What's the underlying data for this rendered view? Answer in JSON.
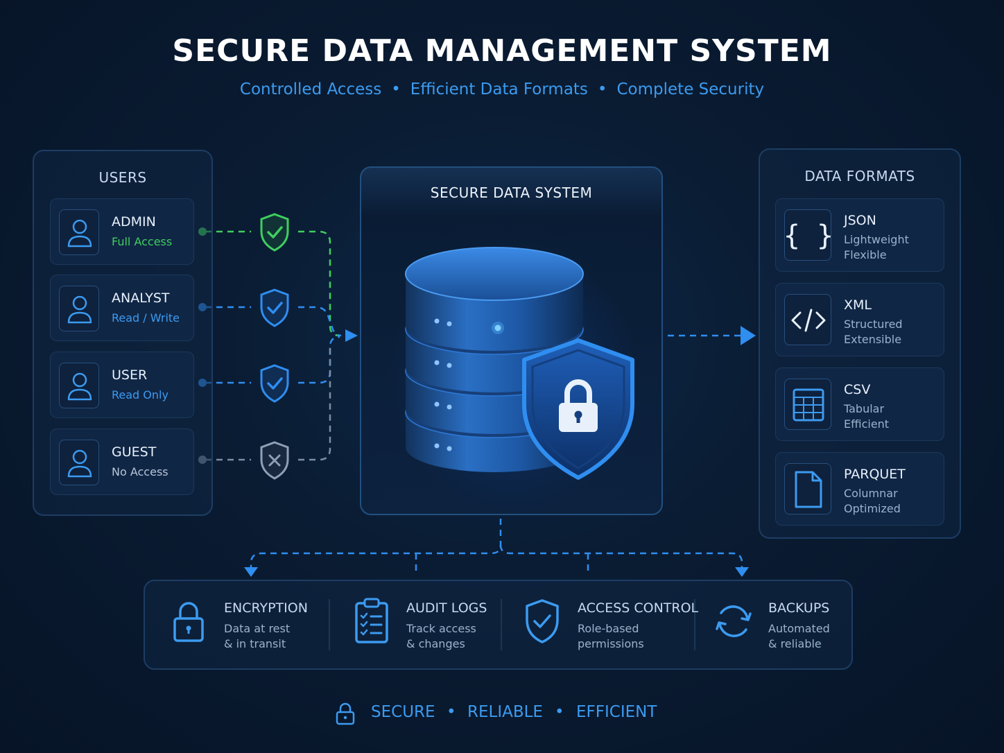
{
  "title": "SECURE DATA MANAGEMENT SYSTEM",
  "subtitle": {
    "items": [
      "Controlled Access",
      "Efficient Data Formats",
      "Complete Security"
    ],
    "separator": "•"
  },
  "users_panel": {
    "title": "USERS",
    "items": [
      {
        "name": "ADMIN",
        "access": "Full Access",
        "access_color": "#3ecf5e",
        "status": "granted",
        "icon": "user-icon",
        "check_icon": "shield-check-icon"
      },
      {
        "name": "ANALYST",
        "access": "Read / Write",
        "access_color": "#3c9bf0",
        "status": "granted",
        "icon": "user-icon",
        "check_icon": "shield-check-icon"
      },
      {
        "name": "USER",
        "access": "Read Only",
        "access_color": "#3c9bf0",
        "status": "granted",
        "icon": "user-icon",
        "check_icon": "shield-check-icon"
      },
      {
        "name": "GUEST",
        "access": "No Access",
        "access_color": "#b8c6d8",
        "status": "denied",
        "icon": "user-icon",
        "check_icon": "shield-x-icon"
      }
    ]
  },
  "center_panel": {
    "title": "SECURE DATA SYSTEM",
    "icon": "database-lock-icon"
  },
  "formats_panel": {
    "title": "DATA FORMATS",
    "items": [
      {
        "name": "JSON",
        "line1": "Lightweight",
        "line2": "Flexible",
        "icon": "braces-icon"
      },
      {
        "name": "XML",
        "line1": "Structured",
        "line2": "Extensible",
        "icon": "code-tag-icon"
      },
      {
        "name": "CSV",
        "line1": "Tabular",
        "line2": "Efficient",
        "icon": "table-icon"
      },
      {
        "name": "PARQUET",
        "line1": "Columnar",
        "line2": "Optimized",
        "icon": "file-icon"
      }
    ]
  },
  "features": [
    {
      "name": "ENCRYPTION",
      "line1": "Data at rest",
      "line2": "& in transit",
      "icon": "lock-icon"
    },
    {
      "name": "AUDIT LOGS",
      "line1": "Track access",
      "line2": "& changes",
      "icon": "clipboard-list-icon"
    },
    {
      "name": "ACCESS CONTROL",
      "line1": "Role-based",
      "line2": "permissions",
      "icon": "shield-check-icon"
    },
    {
      "name": "BACKUPS",
      "line1": "Automated",
      "line2": "& reliable",
      "icon": "refresh-icon"
    }
  ],
  "footer": {
    "icon": "lock-icon",
    "items": [
      "SECURE",
      "RELIABLE",
      "EFFICIENT"
    ],
    "separator": "•"
  },
  "colors": {
    "accent": "#3c9bf0",
    "granted_green": "#3ecf5e",
    "denied_gray": "#8fa0b5",
    "background": "#0a1c33"
  }
}
